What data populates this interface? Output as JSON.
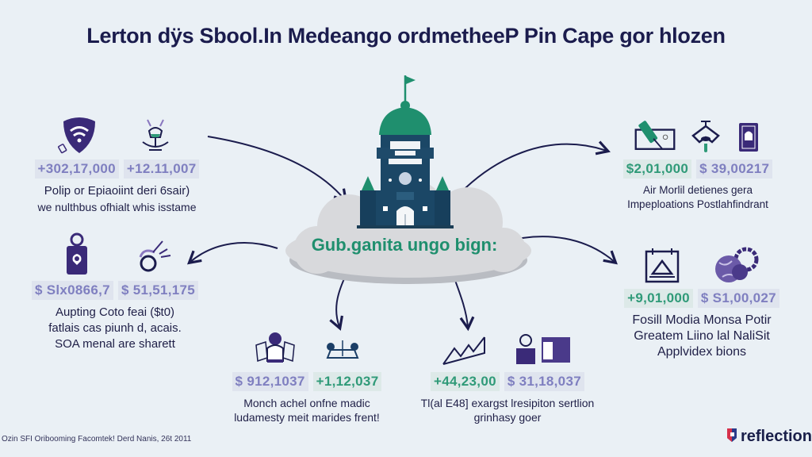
{
  "title": "Lerton dÿs Sbool.In Medeango ordmetheeP Pin Cape gor hlozen",
  "center": {
    "label": "Gub.ganita ungo bign:",
    "building_icon": "school-building-icon",
    "cloud_icon": "cloud-icon"
  },
  "colors": {
    "navy": "#1b1c4d",
    "green": "#1f8f6e",
    "purple": "#3f2a7a",
    "background": "#eaf0f5"
  },
  "groups": {
    "top_left": {
      "icons": [
        "shield-wifi-icon",
        "scales-person-icon"
      ],
      "values": [
        "+302,17,000",
        "+12.11,007"
      ],
      "value_colors": [
        "purple",
        "purple"
      ],
      "lines": [
        "Polip or Epiaoiint deri 6sair)",
        "we nulthbus ofhialt whis isstame"
      ]
    },
    "mid_left": {
      "icons": [
        "bag-icon",
        "ring-tools-icon"
      ],
      "values": [
        "$ Slx0866,7",
        "$ 51,51,175"
      ],
      "value_colors": [
        "purple",
        "purple"
      ],
      "lines": [
        "Aupting Coto feai ($t0)",
        "fatlais cas piunh d, acais.",
        "SOA menal are sharett"
      ]
    },
    "top_right": {
      "icons": [
        "board-pen-icon",
        "drone-icon",
        "lock-panel-icon"
      ],
      "values": [
        "$2,01,000",
        "$ 39,00217"
      ],
      "value_colors": [
        "green",
        "purple"
      ],
      "lines": [
        "Air Morlil detienes gera",
        "Impeploations Postlahfindrant"
      ]
    },
    "mid_right": {
      "icons": [
        "calendar-tent-icon",
        "globe-gear-icon"
      ],
      "values": [
        "+9,01,000",
        "$ S1,00,027"
      ],
      "value_colors": [
        "green",
        "purple"
      ],
      "lines": [
        "Fosill Modia Monsa Potir",
        "Greatem Liino lal NaliSit",
        "Applvidex bions"
      ]
    },
    "bottom_left": {
      "icons": [
        "reader-books-icon",
        "scale-balance-icon"
      ],
      "values": [
        "$ 912,1037",
        "+1,12,037"
      ],
      "value_colors": [
        "purple",
        "green"
      ],
      "lines": [
        "Monch achel onfne madic",
        "ludamesty meit marides frent!"
      ]
    },
    "bottom_right": {
      "icons": [
        "trend-chart-icon",
        "podium-screen-icon"
      ],
      "values": [
        "+44,23,00",
        "$ 31,18,037"
      ],
      "value_colors": [
        "green",
        "purple"
      ],
      "lines": [
        "Tl(al E48] exargst lresipiton sertlion",
        "grinhasy goer"
      ]
    }
  },
  "footer": {
    "caption": "Ozin SFI Oribooming Facomtek! Derd Nanis, 26t 2011"
  },
  "logo": {
    "text": "reflection",
    "icon": "reflection-logo-icon"
  }
}
